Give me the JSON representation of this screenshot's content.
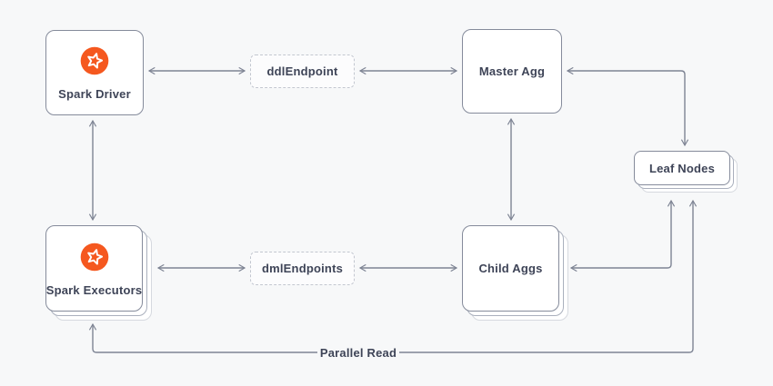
{
  "diagram": {
    "nodes": {
      "spark_driver": {
        "label": "Spark Driver",
        "icon": "spark-icon",
        "style": "solid"
      },
      "ddl_endpoint": {
        "label": "ddlEndpoint",
        "style": "dashed"
      },
      "master_agg": {
        "label": "Master Agg",
        "style": "solid"
      },
      "leaf_nodes": {
        "label": "Leaf Nodes",
        "style": "stacked"
      },
      "spark_executors": {
        "label": "Spark Executors",
        "icon": "spark-icon",
        "style": "stacked"
      },
      "dml_endpoints": {
        "label": "dmlEndpoints",
        "style": "dashed"
      },
      "child_aggs": {
        "label": "Child Aggs",
        "style": "stacked"
      }
    },
    "edges": [
      {
        "from": "spark_driver",
        "to": "ddl_endpoint",
        "direction": "both"
      },
      {
        "from": "ddl_endpoint",
        "to": "master_agg",
        "direction": "both"
      },
      {
        "from": "spark_driver",
        "to": "spark_executors",
        "direction": "both"
      },
      {
        "from": "master_agg",
        "to": "child_aggs",
        "direction": "both"
      },
      {
        "from": "spark_executors",
        "to": "dml_endpoints",
        "direction": "both"
      },
      {
        "from": "dml_endpoints",
        "to": "child_aggs",
        "direction": "both"
      },
      {
        "from": "master_agg",
        "to": "leaf_nodes",
        "direction": "both"
      },
      {
        "from": "child_aggs",
        "to": "leaf_nodes",
        "direction": "both"
      },
      {
        "from": "leaf_nodes",
        "to": "spark_executors",
        "direction": "to",
        "label": "Parallel Read"
      }
    ],
    "labels": {
      "parallel_read": "Parallel Read"
    },
    "colors": {
      "background": "#f7f8f9",
      "node_bg": "#ffffff",
      "node_border": "#858b9b",
      "dashed_border": "#c3c7d0",
      "arrow": "#7e8494",
      "text": "#3e4457",
      "spark_orange": "#f5581f",
      "icon_glyph": "#ffffff"
    }
  }
}
